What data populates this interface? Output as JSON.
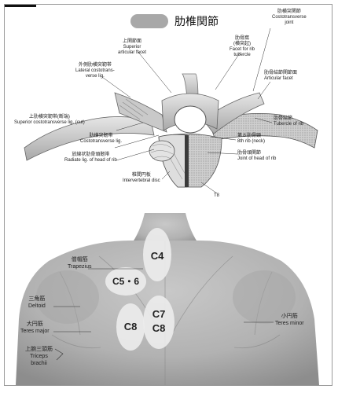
{
  "page": {
    "title": "肋椎関節"
  },
  "upper_labels": {
    "superior_articular_facet": {
      "jp": "上関節面",
      "en1": "Superior",
      "en2": "articular facet"
    },
    "costotransverse_joint": {
      "jp": "肋横突関節",
      "en1": "Costotransverse",
      "en2": "joint"
    },
    "facet_for_rib_tubercle": {
      "jp": "肋骨窩",
      "jp2": "(横突起)",
      "en1": "Facet for rib",
      "en2": "tubercle"
    },
    "lateral_costotransverse_lig": {
      "jp": "外側肋横突靭帯",
      "en1": "Lateral costotrans-",
      "en2": "verse lig."
    },
    "articular_facet": {
      "jp": "肋骨結節関節面",
      "en1": "Articular facet"
    },
    "superior_costotransverse_lig": {
      "jp": "上肋横突靭帯(断端)",
      "en1": "Superior costotransverse lig. (cut)"
    },
    "costotransverse_lig": {
      "jp": "肋横突靭帯",
      "en1": "Costotransverse lig."
    },
    "tubercle_of_rib": {
      "jp": "肋骨結節",
      "en1": "Tubercle of rib"
    },
    "rib_neck": {
      "jp": "第８肋骨頸",
      "en1": "8th rib (neck)"
    },
    "radiate_lig": {
      "jp": "放線状肋骨頭靭帯",
      "en1": "Radiate lig. of head of rib"
    },
    "joint_of_head": {
      "jp": "肋骨頭関節",
      "en1": "Joint of head of rib"
    },
    "intervertebral_disc": {
      "jp": "椎間円板",
      "en1": "Intervertebral disc"
    },
    "t8": "T8"
  },
  "back": {
    "segments": {
      "c4": "C4",
      "c56": "C5・6",
      "c7": "C7",
      "c8a": "C8",
      "c8b": "C8"
    },
    "trapezius": {
      "jp": "僧帽筋",
      "en": "Trapezius"
    },
    "deltoid": {
      "jp": "三角筋",
      "en": "Deltoid"
    },
    "teres_major": {
      "jp": "大円筋",
      "en": "Teres major"
    },
    "triceps": {
      "jp": "上腕三頭筋",
      "en1": "Triceps",
      "en2": "brachii"
    },
    "teres_minor": {
      "jp": "小円筋",
      "en": "Teres minor"
    }
  },
  "colors": {
    "skin": "#bdbdbd",
    "skin_dark": "#8c8c8c",
    "bone": "#d9d9d9",
    "bone_dark": "#7a7a7a",
    "oval": "#e9e9e9"
  }
}
